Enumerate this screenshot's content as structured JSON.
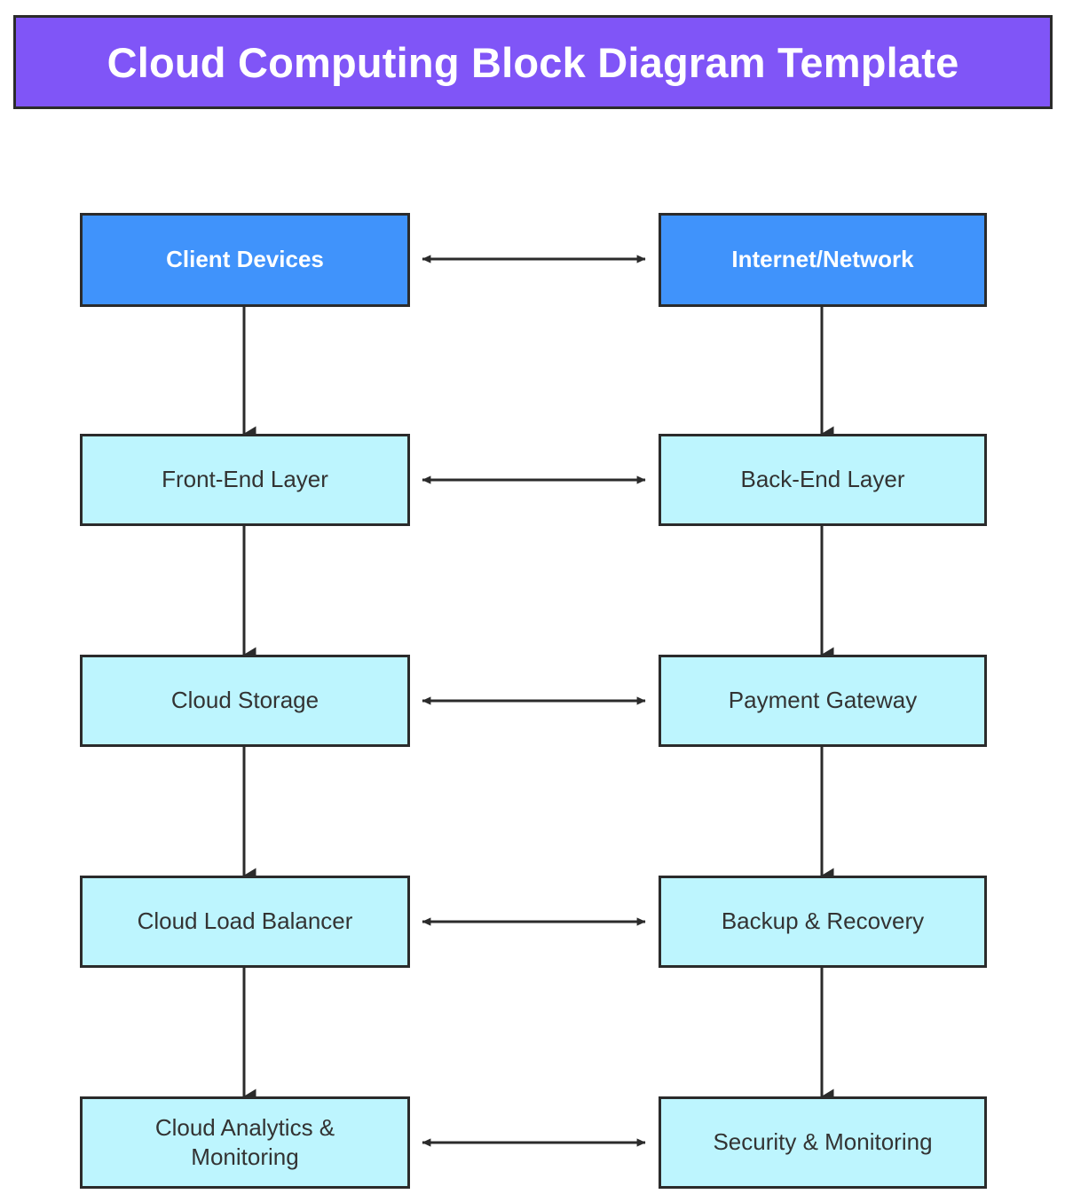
{
  "header": {
    "title": "Cloud Computing Block Diagram Template",
    "background_color": "#8055f7",
    "text_color": "#ffffff",
    "border_color": "#2b2b2b"
  },
  "palette": {
    "primary_fill": "#4093fb",
    "secondary_fill": "#bdf5fe",
    "node_border": "#2b2b2b",
    "connector": "#2b2b2b",
    "canvas": "#ffffff",
    "primary_text": "#ffffff",
    "secondary_text": "#333333"
  },
  "diagram": {
    "type": "block-diagram",
    "columns": 2,
    "rows": 5,
    "nodes": [
      {
        "id": "client-devices",
        "label": "Client Devices",
        "column": "left",
        "row": 1,
        "kind": "primary"
      },
      {
        "id": "internet-network",
        "label": "Internet/Network",
        "column": "right",
        "row": 1,
        "kind": "primary"
      },
      {
        "id": "front-end-layer",
        "label": "Front-End Layer",
        "column": "left",
        "row": 2,
        "kind": "secondary"
      },
      {
        "id": "back-end-layer",
        "label": "Back-End Layer",
        "column": "right",
        "row": 2,
        "kind": "secondary"
      },
      {
        "id": "cloud-storage",
        "label": "Cloud Storage",
        "column": "left",
        "row": 3,
        "kind": "secondary"
      },
      {
        "id": "payment-gateway",
        "label": "Payment Gateway",
        "column": "right",
        "row": 3,
        "kind": "secondary"
      },
      {
        "id": "cloud-load-balancer",
        "label": "Cloud Load Balancer",
        "column": "left",
        "row": 4,
        "kind": "secondary"
      },
      {
        "id": "backup-recovery",
        "label": "Backup & Recovery",
        "column": "right",
        "row": 4,
        "kind": "secondary"
      },
      {
        "id": "cloud-analytics",
        "label": "Cloud Analytics & Monitoring",
        "label_line_1": "Cloud Analytics &",
        "label_line_2": "Monitoring",
        "column": "left",
        "row": 5,
        "kind": "secondary"
      },
      {
        "id": "security-monitoring",
        "label": "Security & Monitoring",
        "column": "right",
        "row": 5,
        "kind": "secondary"
      }
    ],
    "connectors": [
      {
        "id": "client-devices--internet-network",
        "from": "client-devices",
        "to": "internet-network",
        "direction": "bidirectional",
        "orientation": "horizontal"
      },
      {
        "id": "front-end-layer--back-end-layer",
        "from": "front-end-layer",
        "to": "back-end-layer",
        "direction": "bidirectional",
        "orientation": "horizontal"
      },
      {
        "id": "cloud-storage--payment-gateway",
        "from": "cloud-storage",
        "to": "payment-gateway",
        "direction": "bidirectional",
        "orientation": "horizontal"
      },
      {
        "id": "cloud-load-balancer--backup-recovery",
        "from": "cloud-load-balancer",
        "to": "backup-recovery",
        "direction": "bidirectional",
        "orientation": "horizontal"
      },
      {
        "id": "cloud-analytics--security-monitoring",
        "from": "cloud-analytics",
        "to": "security-monitoring",
        "direction": "bidirectional",
        "orientation": "horizontal"
      },
      {
        "id": "client-devices--front-end-layer",
        "from": "client-devices",
        "to": "front-end-layer",
        "direction": "down",
        "orientation": "vertical"
      },
      {
        "id": "front-end-layer--cloud-storage",
        "from": "front-end-layer",
        "to": "cloud-storage",
        "direction": "down",
        "orientation": "vertical"
      },
      {
        "id": "cloud-storage--cloud-load-balancer",
        "from": "cloud-storage",
        "to": "cloud-load-balancer",
        "direction": "down",
        "orientation": "vertical"
      },
      {
        "id": "cloud-load-balancer--cloud-analytics",
        "from": "cloud-load-balancer",
        "to": "cloud-analytics",
        "direction": "down",
        "orientation": "vertical"
      },
      {
        "id": "internet-network--back-end-layer",
        "from": "internet-network",
        "to": "back-end-layer",
        "direction": "down",
        "orientation": "vertical"
      },
      {
        "id": "back-end-layer--payment-gateway",
        "from": "back-end-layer",
        "to": "payment-gateway",
        "direction": "down",
        "orientation": "vertical"
      },
      {
        "id": "payment-gateway--backup-recovery",
        "from": "payment-gateway",
        "to": "backup-recovery",
        "direction": "down",
        "orientation": "vertical"
      },
      {
        "id": "backup-recovery--security-monitoring",
        "from": "backup-recovery",
        "to": "security-monitoring",
        "direction": "down",
        "orientation": "vertical"
      }
    ]
  }
}
